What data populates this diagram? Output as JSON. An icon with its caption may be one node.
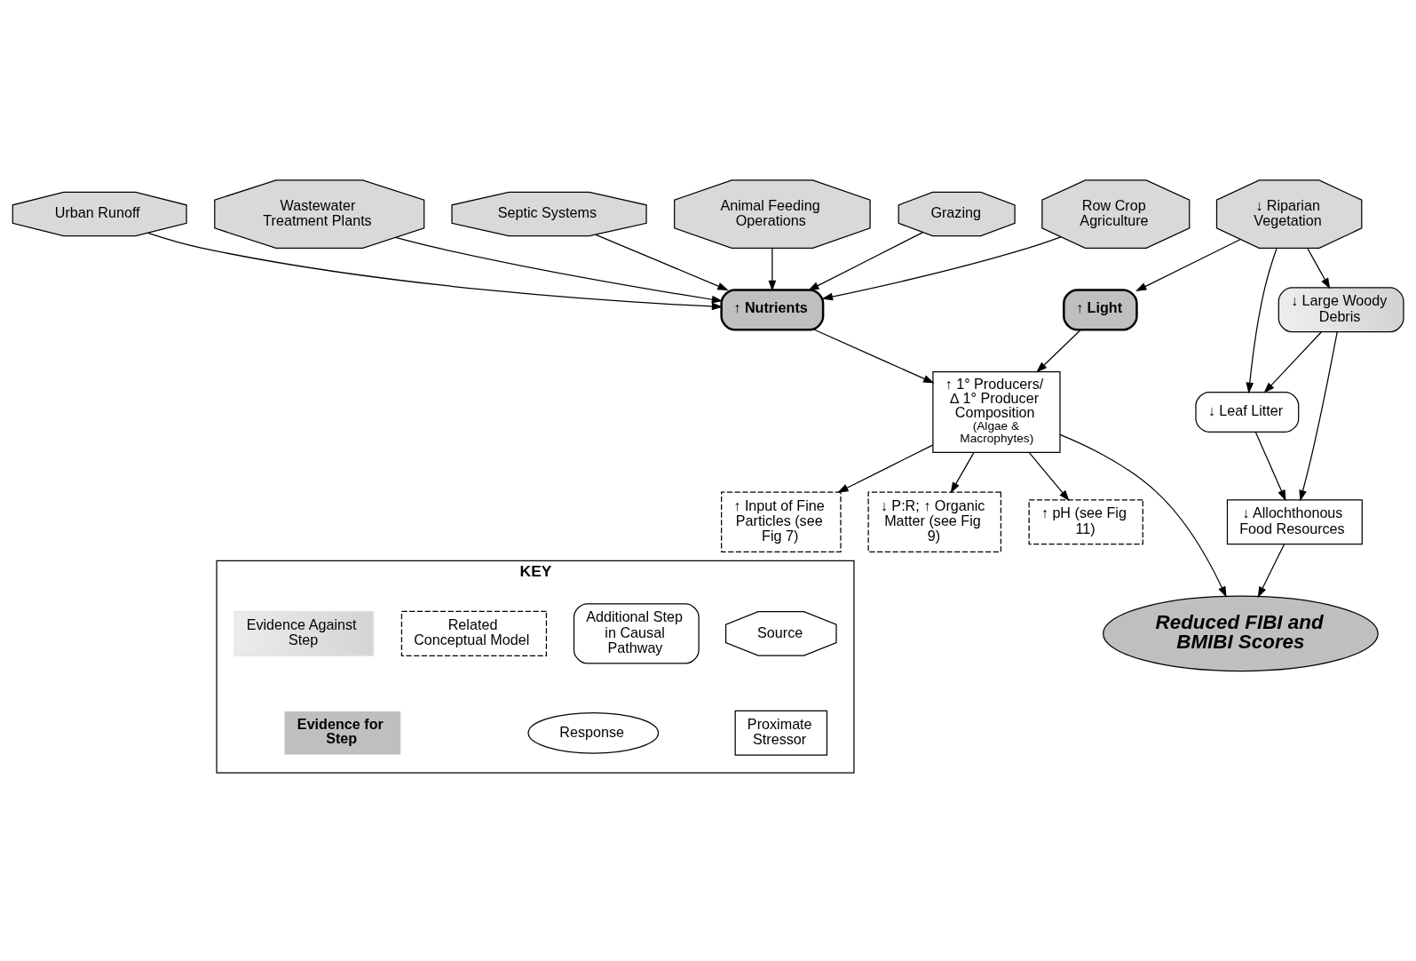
{
  "diagram": {
    "nodes": [
      {
        "text": [
          "Urban Runoff"
        ]
      },
      {
        "text": [
          "Wastewater Treatment Plants"
        ]
      },
      {
        "text": [
          "Septic Systems"
        ]
      },
      {
        "text": [
          "Animal Feeding Operations"
        ]
      },
      {
        "text": [
          "Grazing"
        ]
      },
      {
        "text": [
          "Row Crop Agriculture"
        ]
      },
      {
        "text": [
          "↓ Riparian Vegetation"
        ]
      },
      {
        "text": [
          "↑ Nutrients"
        ]
      },
      {
        "text": [
          "↑ Light"
        ]
      },
      {
        "text": [
          "↓ Leaf Litter"
        ]
      },
      {
        "text": [
          "↓ Large Woody Debris"
        ]
      },
      {
        "text": [
          "↑ 1° Producers/ ∆ 1° Producer Composition",
          "(Algae & Macrophytes)"
        ]
      },
      {
        "text": [
          "↑ Input of Fine Particles (see Fig 7)"
        ]
      },
      {
        "text": [
          "↓ P:R; ↑ Organic Matter (see Fig 9)"
        ]
      },
      {
        "text": [
          "↑ pH (see Fig 11)"
        ]
      },
      {
        "text": [
          "↓ Allochthonous Food Resources"
        ]
      },
      {
        "text": [
          "Reduced FIBI and BMIBI Scores"
        ]
      },
      {
        "text": [
          "KEY"
        ]
      },
      {
        "text": [
          "Source"
        ],
        "in": 17
      },
      {
        "text": [
          "Additional Step in Causal Pathway"
        ],
        "in": 17
      },
      {
        "text": [
          "Related Conceptual Model"
        ],
        "in": 17
      },
      {
        "text": [
          "Evidence Against Step"
        ],
        "in": 17
      },
      {
        "text": [
          "Proximate Stressor"
        ],
        "in": 17
      },
      {
        "text": [
          "Response"
        ],
        "in": 17
      },
      {
        "text": [
          "Evidence for Step"
        ],
        "in": 17
      }
    ],
    "edges": [
      {
        "from": 0,
        "to": 7,
        "arrow": "to"
      },
      {
        "from": 1,
        "to": 7,
        "arrow": "to"
      },
      {
        "from": 2,
        "to": 7,
        "arrow": "to"
      },
      {
        "from": 3,
        "to": 7,
        "arrow": "to"
      },
      {
        "from": 4,
        "to": 7,
        "arrow": "to"
      },
      {
        "from": 5,
        "to": 7,
        "arrow": "to"
      },
      {
        "from": 6,
        "to": 8,
        "arrow": "to"
      },
      {
        "from": 6,
        "to": 9,
        "arrow": "to"
      },
      {
        "from": 6,
        "to": 10,
        "arrow": "to"
      },
      {
        "from": 7,
        "to": 11,
        "arrow": "to"
      },
      {
        "from": 8,
        "to": 11,
        "arrow": "to"
      },
      {
        "from": 11,
        "to": 12,
        "arrow": "to"
      },
      {
        "from": 11,
        "to": 13,
        "arrow": "to"
      },
      {
        "from": 11,
        "to": 14,
        "arrow": "to"
      },
      {
        "from": 10,
        "to": 9,
        "arrow": "to"
      },
      {
        "from": 9,
        "to": 15,
        "arrow": "to"
      },
      {
        "from": 10,
        "to": 15,
        "arrow": "to"
      },
      {
        "from": 11,
        "to": 16,
        "arrow": "to"
      },
      {
        "from": 15,
        "to": 16,
        "arrow": "to"
      }
    ]
  }
}
